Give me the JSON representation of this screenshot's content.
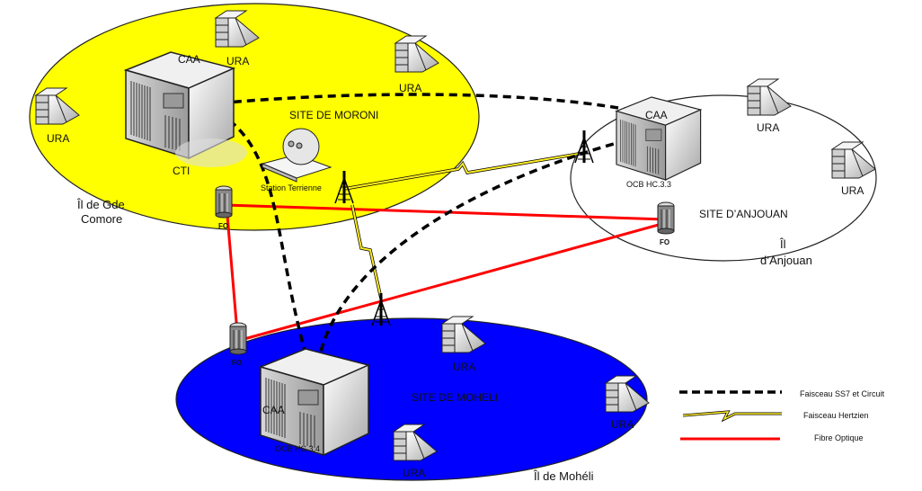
{
  "colors": {
    "moroni_island": "#ffff00",
    "moheli_island": "#0000ff",
    "anjouan_island": "#ffffff",
    "fibre": "#ff0000",
    "hertzien": "#ffee22",
    "ss7": "#000000"
  },
  "islands": {
    "grande_comore": {
      "name_line1": "Îl de Gde",
      "name_line2": "Comore",
      "site": "SITE DE MORONI",
      "switch_top": "CAA",
      "switch_bottom": "CTI",
      "station": "Station Terrienne",
      "fo": "FO",
      "ura": [
        "URA",
        "URA",
        "URA"
      ]
    },
    "anjouan": {
      "name_line1": "Îl",
      "name_line2": "d’Anjouan",
      "site": "SITE D’ANJOUAN",
      "switch_top": "CAA",
      "switch_bottom": "OCB HC.3.3",
      "fo": "FO",
      "ura": [
        "URA",
        "URA"
      ]
    },
    "moheli": {
      "name": "Îl de Mohéli",
      "site": "SITE DE MOHELI",
      "switch_top": "CAA",
      "switch_bottom": "OCB HC.3.4",
      "fo": "FO",
      "ura": [
        "URA",
        "URA",
        "URA"
      ]
    }
  },
  "legend": {
    "items": [
      {
        "icon": "dashed-line",
        "label": "Faisceau SS7 et Circuit"
      },
      {
        "icon": "lightning-line",
        "label": "Faisceau Hertzien"
      },
      {
        "icon": "red-line",
        "label": "Fibre Optique"
      }
    ]
  }
}
